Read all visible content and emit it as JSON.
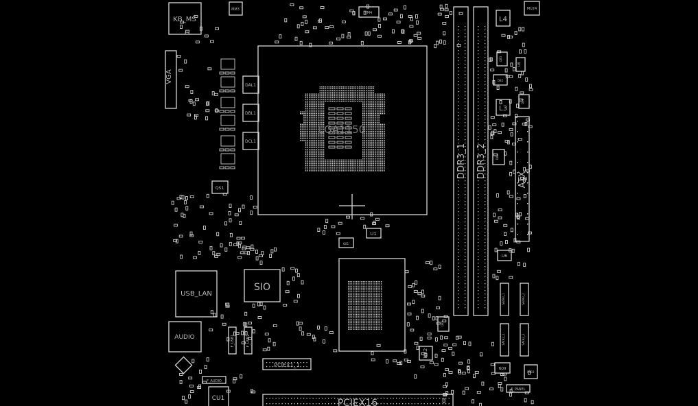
{
  "board": {
    "background_color": "#000000",
    "outline_color": "#d9d9d9",
    "components": {
      "kb_ms": "KB_MS",
      "vga": "VGA",
      "mm3": "MM3",
      "fm4": "FM4",
      "mu24": "MU24",
      "dal1": "DAL1",
      "dbl1": "DBL1",
      "dcl1": "DCL1",
      "cpu_socket": "LGA1150",
      "qs1": "QS1",
      "ddr3_1": "DDR3_1",
      "ddr3_2": "DDR3_2",
      "l4": "L4",
      "l3": "L3",
      "q83": "Q83",
      "q82": "Q82",
      "u8": "U8",
      "q42": "Q42",
      "d80": "D80",
      "atx": "ATX",
      "u1": "U1",
      "q81": "Q81",
      "sio": "SIO",
      "usb_lan": "USB_LAN",
      "audio": "AUDIO",
      "f_usb1": "F_USB1",
      "f_usb2": "F_USB2",
      "pciex1_1": "PCIEX1_1",
      "pciex16": "PCIEX16",
      "cu1": "CU1",
      "f_audio": "F_AUDIO",
      "nx2": "NX2",
      "q85": "Q85",
      "u6": "U6",
      "sata3_1": "SATA3_1",
      "sata3_2": "SATA3_2",
      "sata2_1": "SATA2_1",
      "sata2_2": "SATA2_2",
      "nq9": "NQ9",
      "f_panel": "F_PANEL",
      "usb3": "USB3"
    }
  }
}
